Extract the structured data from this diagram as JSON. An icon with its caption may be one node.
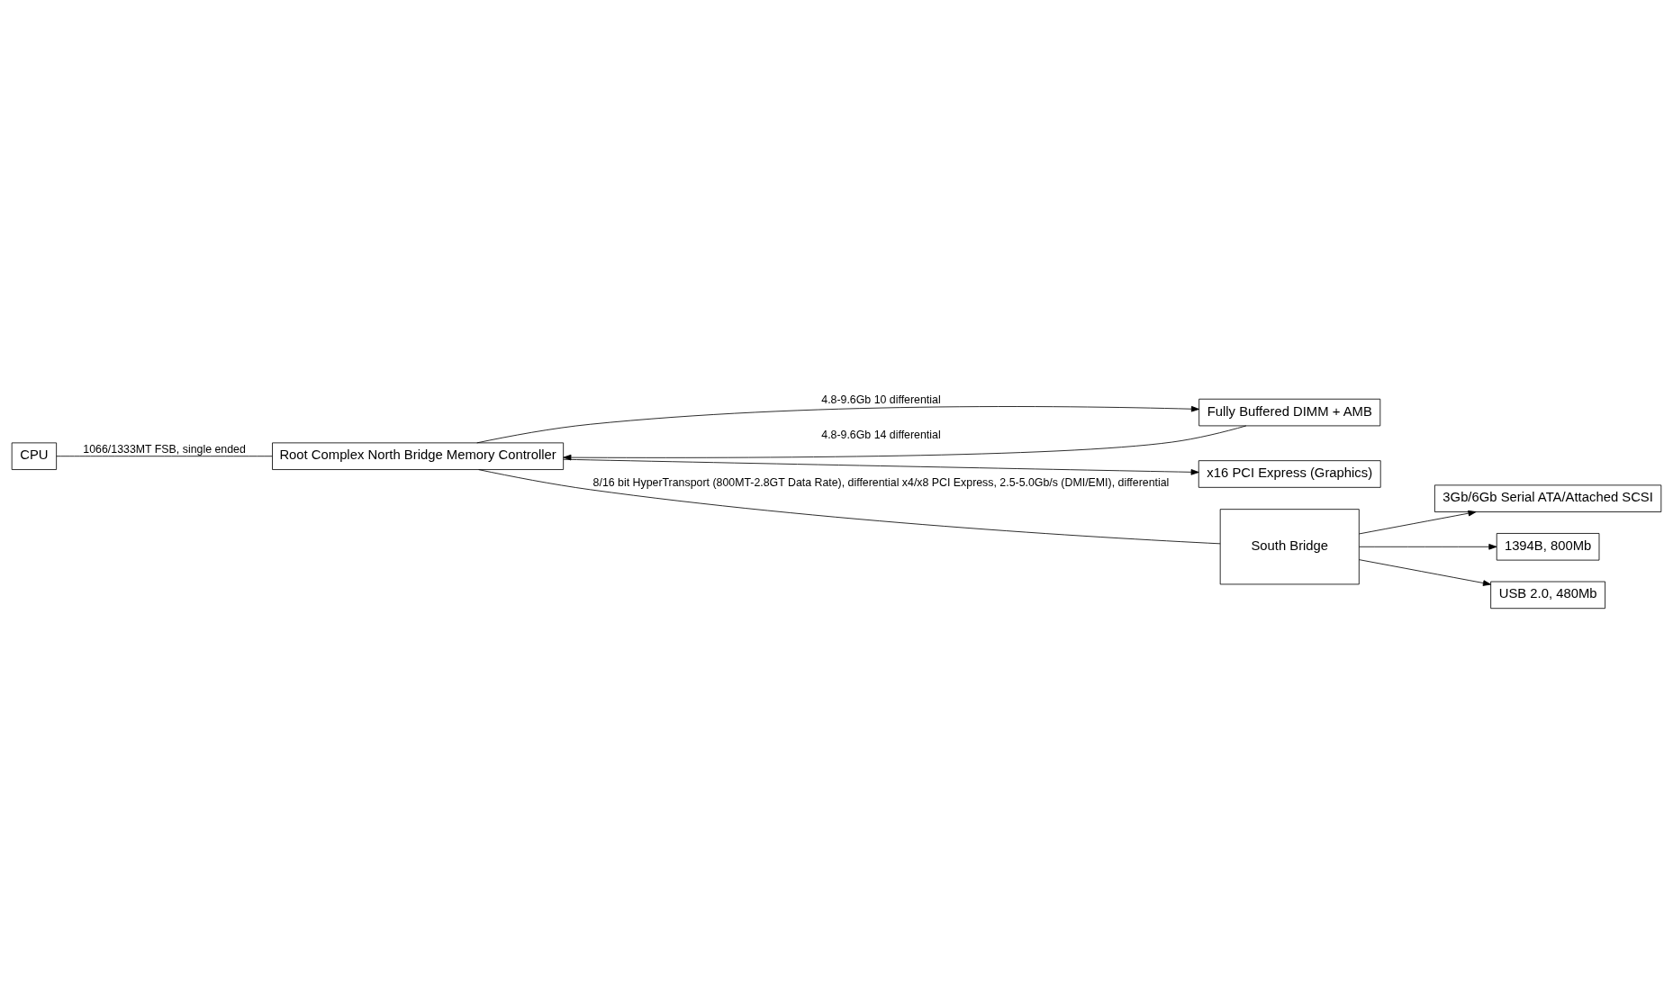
{
  "diagram": {
    "nodes": [
      {
        "text": [
          "CPU"
        ]
      },
      {
        "text": [
          "Root Complex North Bridge Memory Controller"
        ]
      },
      {
        "text": [
          "Fully Buffered DIMM + AMB"
        ]
      },
      {
        "text": [
          "x16 PCI Express (Graphics)"
        ]
      },
      {
        "text": [
          "South Bridge"
        ]
      },
      {
        "text": [
          "3Gb/6Gb Serial ATA/Attached SCSI"
        ]
      },
      {
        "text": [
          "1394B, 800Mb"
        ]
      },
      {
        "text": [
          "USB 2.0, 480Mb"
        ]
      }
    ],
    "edges": [
      {
        "from": 0,
        "to": 1,
        "arrow": "none",
        "label": "1066/1333MT FSB, single ended"
      },
      {
        "from": 1,
        "to": 2,
        "arrow": "to",
        "label": "4.8-9.6Gb 10 differential"
      },
      {
        "from": 2,
        "to": 1,
        "arrow": "to",
        "label": "4.8-9.6Gb 14 differential"
      },
      {
        "from": 1,
        "to": 3,
        "arrow": "to"
      },
      {
        "from": 1,
        "to": 4,
        "arrow": "none",
        "label": "8/16 bit HyperTransport (800MT-2.8GT Data Rate), differential x4/x8 PCI Express, 2.5-5.0Gb/s (DMI/EMI), differential"
      },
      {
        "from": 4,
        "to": 5,
        "arrow": "to"
      },
      {
        "from": 4,
        "to": 6,
        "arrow": "to"
      },
      {
        "from": 4,
        "to": 7,
        "arrow": "to"
      }
    ]
  }
}
